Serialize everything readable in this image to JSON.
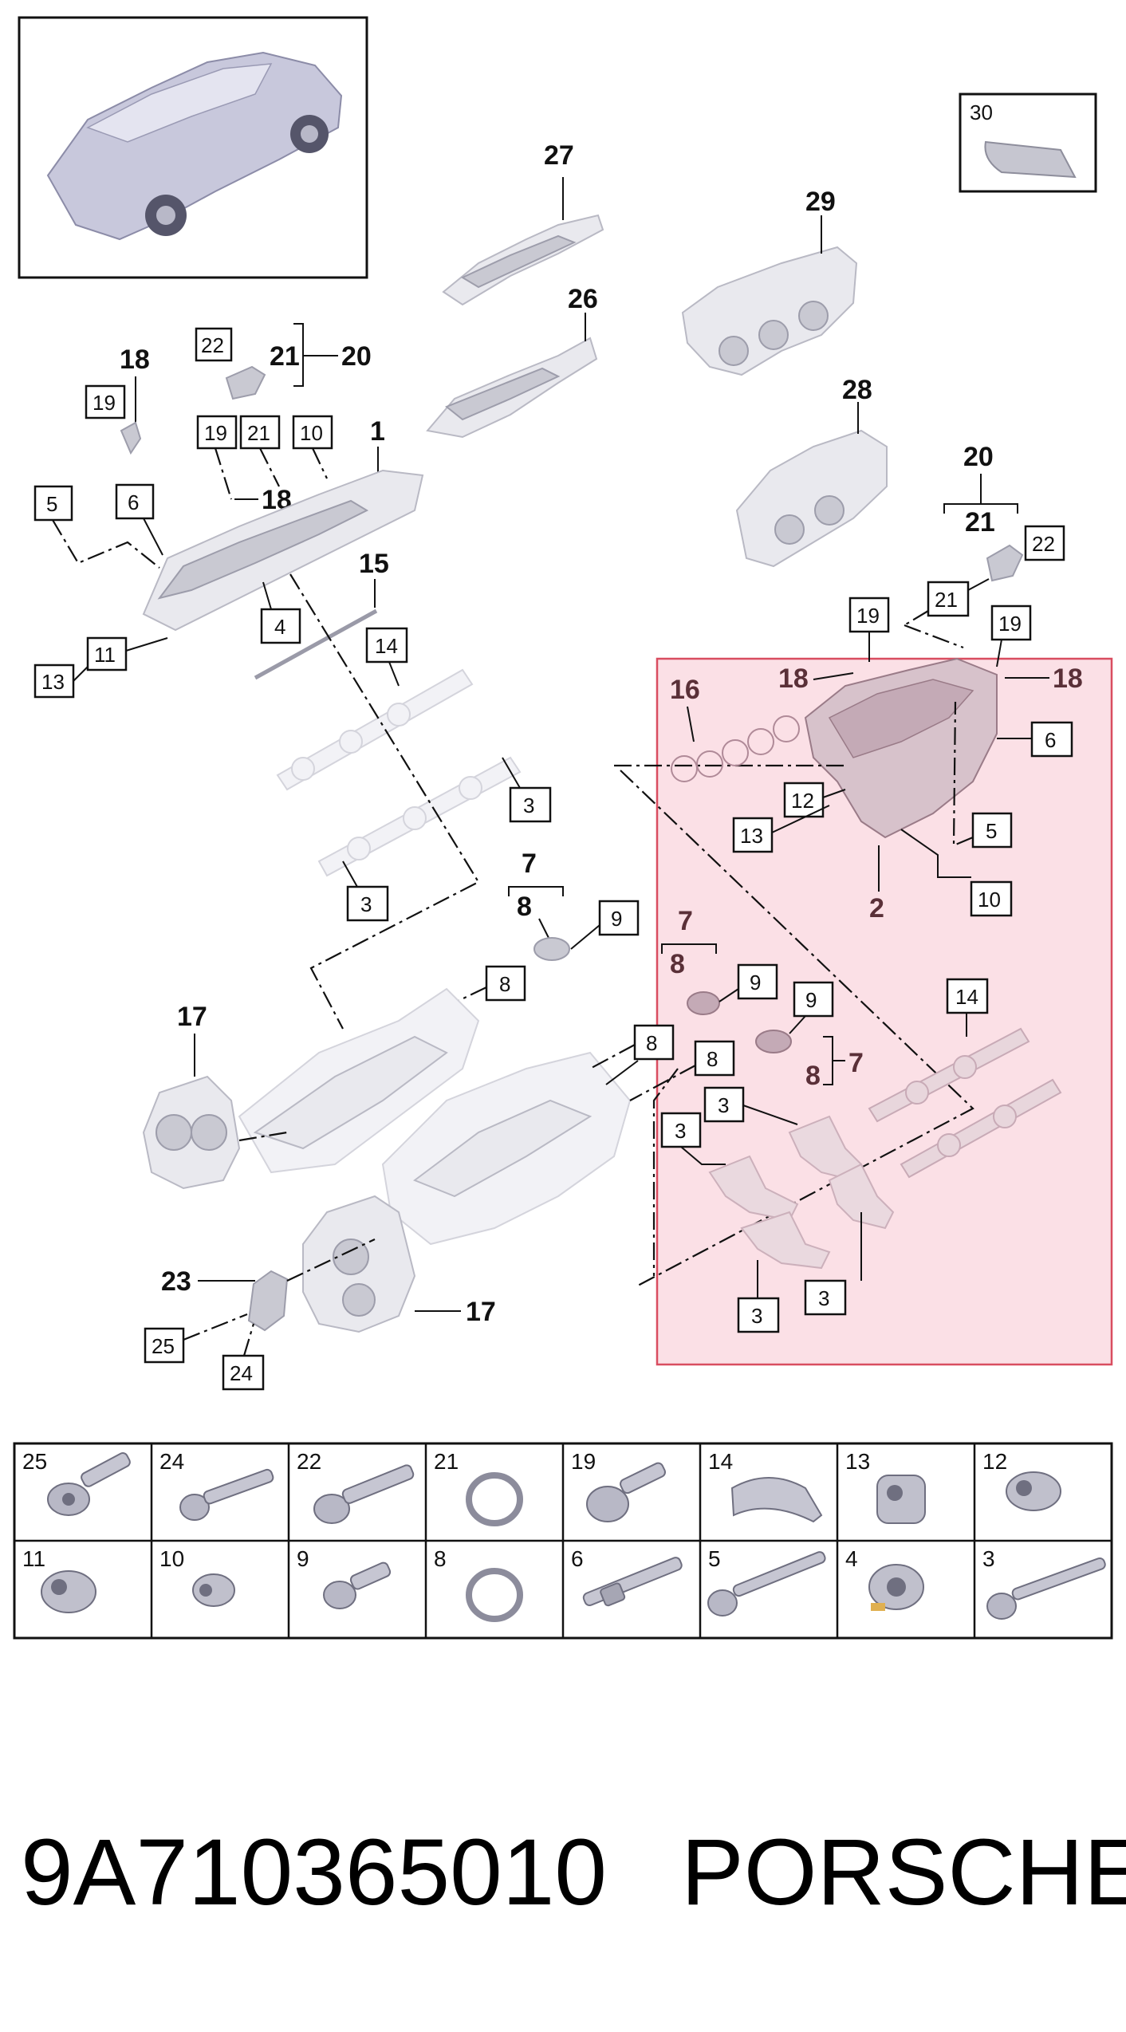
{
  "colors": {
    "highlight_fill": "#fbe0e6",
    "highlight_stroke": "#d94d60",
    "part_fill": "#e9e9ee",
    "part_stroke": "#b9b9c4",
    "line": "#111111"
  },
  "callouts": {
    "c27": "27",
    "c26": "26",
    "c29": "29",
    "c28": "28",
    "c30": "30",
    "c18a": "18",
    "c19a": "19",
    "c22a": "22",
    "c21a": "21",
    "c20a": "20",
    "c19b": "19",
    "c21b": "21",
    "c10a": "10",
    "c1": "1",
    "c18b": "18",
    "c5a": "5",
    "c6a": "6",
    "c15": "15",
    "c4": "4",
    "c14a": "14",
    "c11": "11",
    "c13a": "13",
    "c3a": "3",
    "c3b": "3",
    "c7a": "7",
    "c8a": "8",
    "c9a": "9",
    "c8b": "8",
    "c17a": "17",
    "c23": "23",
    "c17b": "17",
    "c25": "25",
    "c24": "24",
    "c20b": "20",
    "c21c": "21",
    "c22b": "22",
    "c21d": "21",
    "c19c": "19",
    "c19d": "19",
    "c18c": "18",
    "c18d": "18",
    "c16": "16",
    "c6b": "6",
    "c12": "12",
    "c13b": "13",
    "c5b": "5",
    "c2": "2",
    "c10b": "10",
    "c7b": "7",
    "c8c": "8",
    "c9b": "9",
    "c9c": "9",
    "c8d": "8",
    "c7c": "7",
    "c8e": "8",
    "c8f": "8",
    "c14b": "14",
    "c3c": "3",
    "c3d": "3",
    "c3e": "3",
    "c3f": "3"
  },
  "parts_table": {
    "row1": [
      "25",
      "24",
      "22",
      "21",
      "19",
      "14",
      "13",
      "12"
    ],
    "row2": [
      "11",
      "10",
      "9",
      "8",
      "6",
      "5",
      "4",
      "3"
    ]
  },
  "footer": {
    "part_number": "9A710365010",
    "brand": "PORSCHE"
  }
}
